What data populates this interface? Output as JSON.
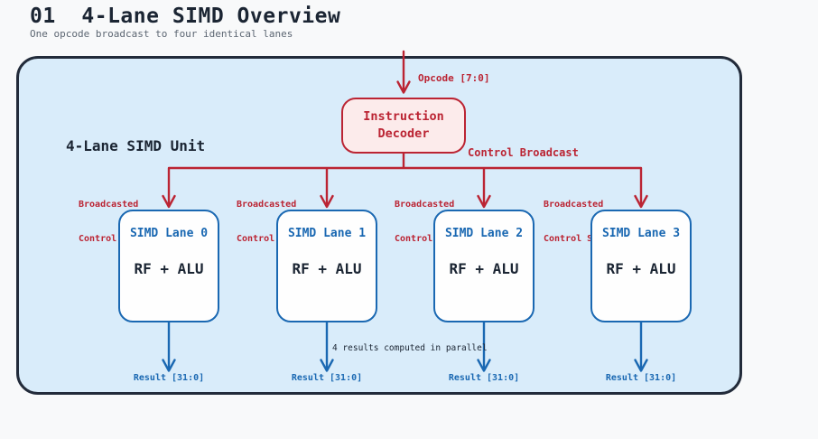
{
  "page": {
    "title": "01  4-Lane SIMD Overview",
    "subtitle": "One opcode broadcast to four identical lanes"
  },
  "unit": {
    "label": "4-Lane SIMD Unit",
    "decoder": {
      "line1": "Instruction",
      "line2": "Decoder"
    },
    "opcode_label": "Opcode [7:0]",
    "control_broadcast_label": "Control Broadcast",
    "broadcast_signal_label": {
      "line1": "Broadcasted",
      "line2": "Control Signals"
    },
    "parallel_note": "4 results computed in parallel"
  },
  "lanes": [
    {
      "title": "SIMD Lane 0",
      "body": "RF + ALU",
      "result": "Result [31:0]"
    },
    {
      "title": "SIMD Lane 1",
      "body": "RF + ALU",
      "result": "Result [31:0]"
    },
    {
      "title": "SIMD Lane 2",
      "body": "RF + ALU",
      "result": "Result [31:0]"
    },
    {
      "title": "SIMD Lane 3",
      "body": "RF + ALU",
      "result": "Result [31:0]"
    }
  ],
  "colors": {
    "red": "#bb2433",
    "red_fill": "#fcebeb",
    "blue": "#1a68b2",
    "navy": "#1b2533",
    "container_fill": "#d9ecfa",
    "container_border": "#222b3a",
    "page_bg": "#f8f9fa",
    "muted": "#5c6672"
  }
}
